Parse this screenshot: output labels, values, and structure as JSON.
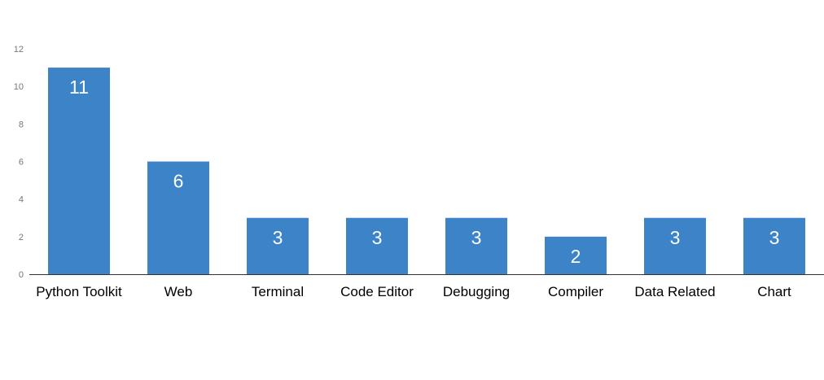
{
  "chart_data": {
    "type": "bar",
    "categories": [
      "Python Toolkit",
      "Web",
      "Terminal",
      "Code Editor",
      "Debugging",
      "Compiler",
      "Data Related",
      "Chart"
    ],
    "values": [
      11,
      6,
      3,
      3,
      3,
      2,
      3,
      3
    ],
    "data_labels": [
      "11",
      "6",
      "3",
      "3",
      "3",
      "2",
      "3",
      "3"
    ],
    "title": "",
    "xlabel": "",
    "ylabel": "",
    "ylim": [
      0,
      12
    ],
    "yticks": [
      0,
      2,
      4,
      6,
      8,
      10,
      12
    ],
    "ytick_labels": [
      "0",
      "2",
      "4",
      "6",
      "8",
      "10",
      "12"
    ],
    "grid": false,
    "legend": "none",
    "colors": {
      "bar": "#3d83c8",
      "axis": "#333333"
    }
  }
}
